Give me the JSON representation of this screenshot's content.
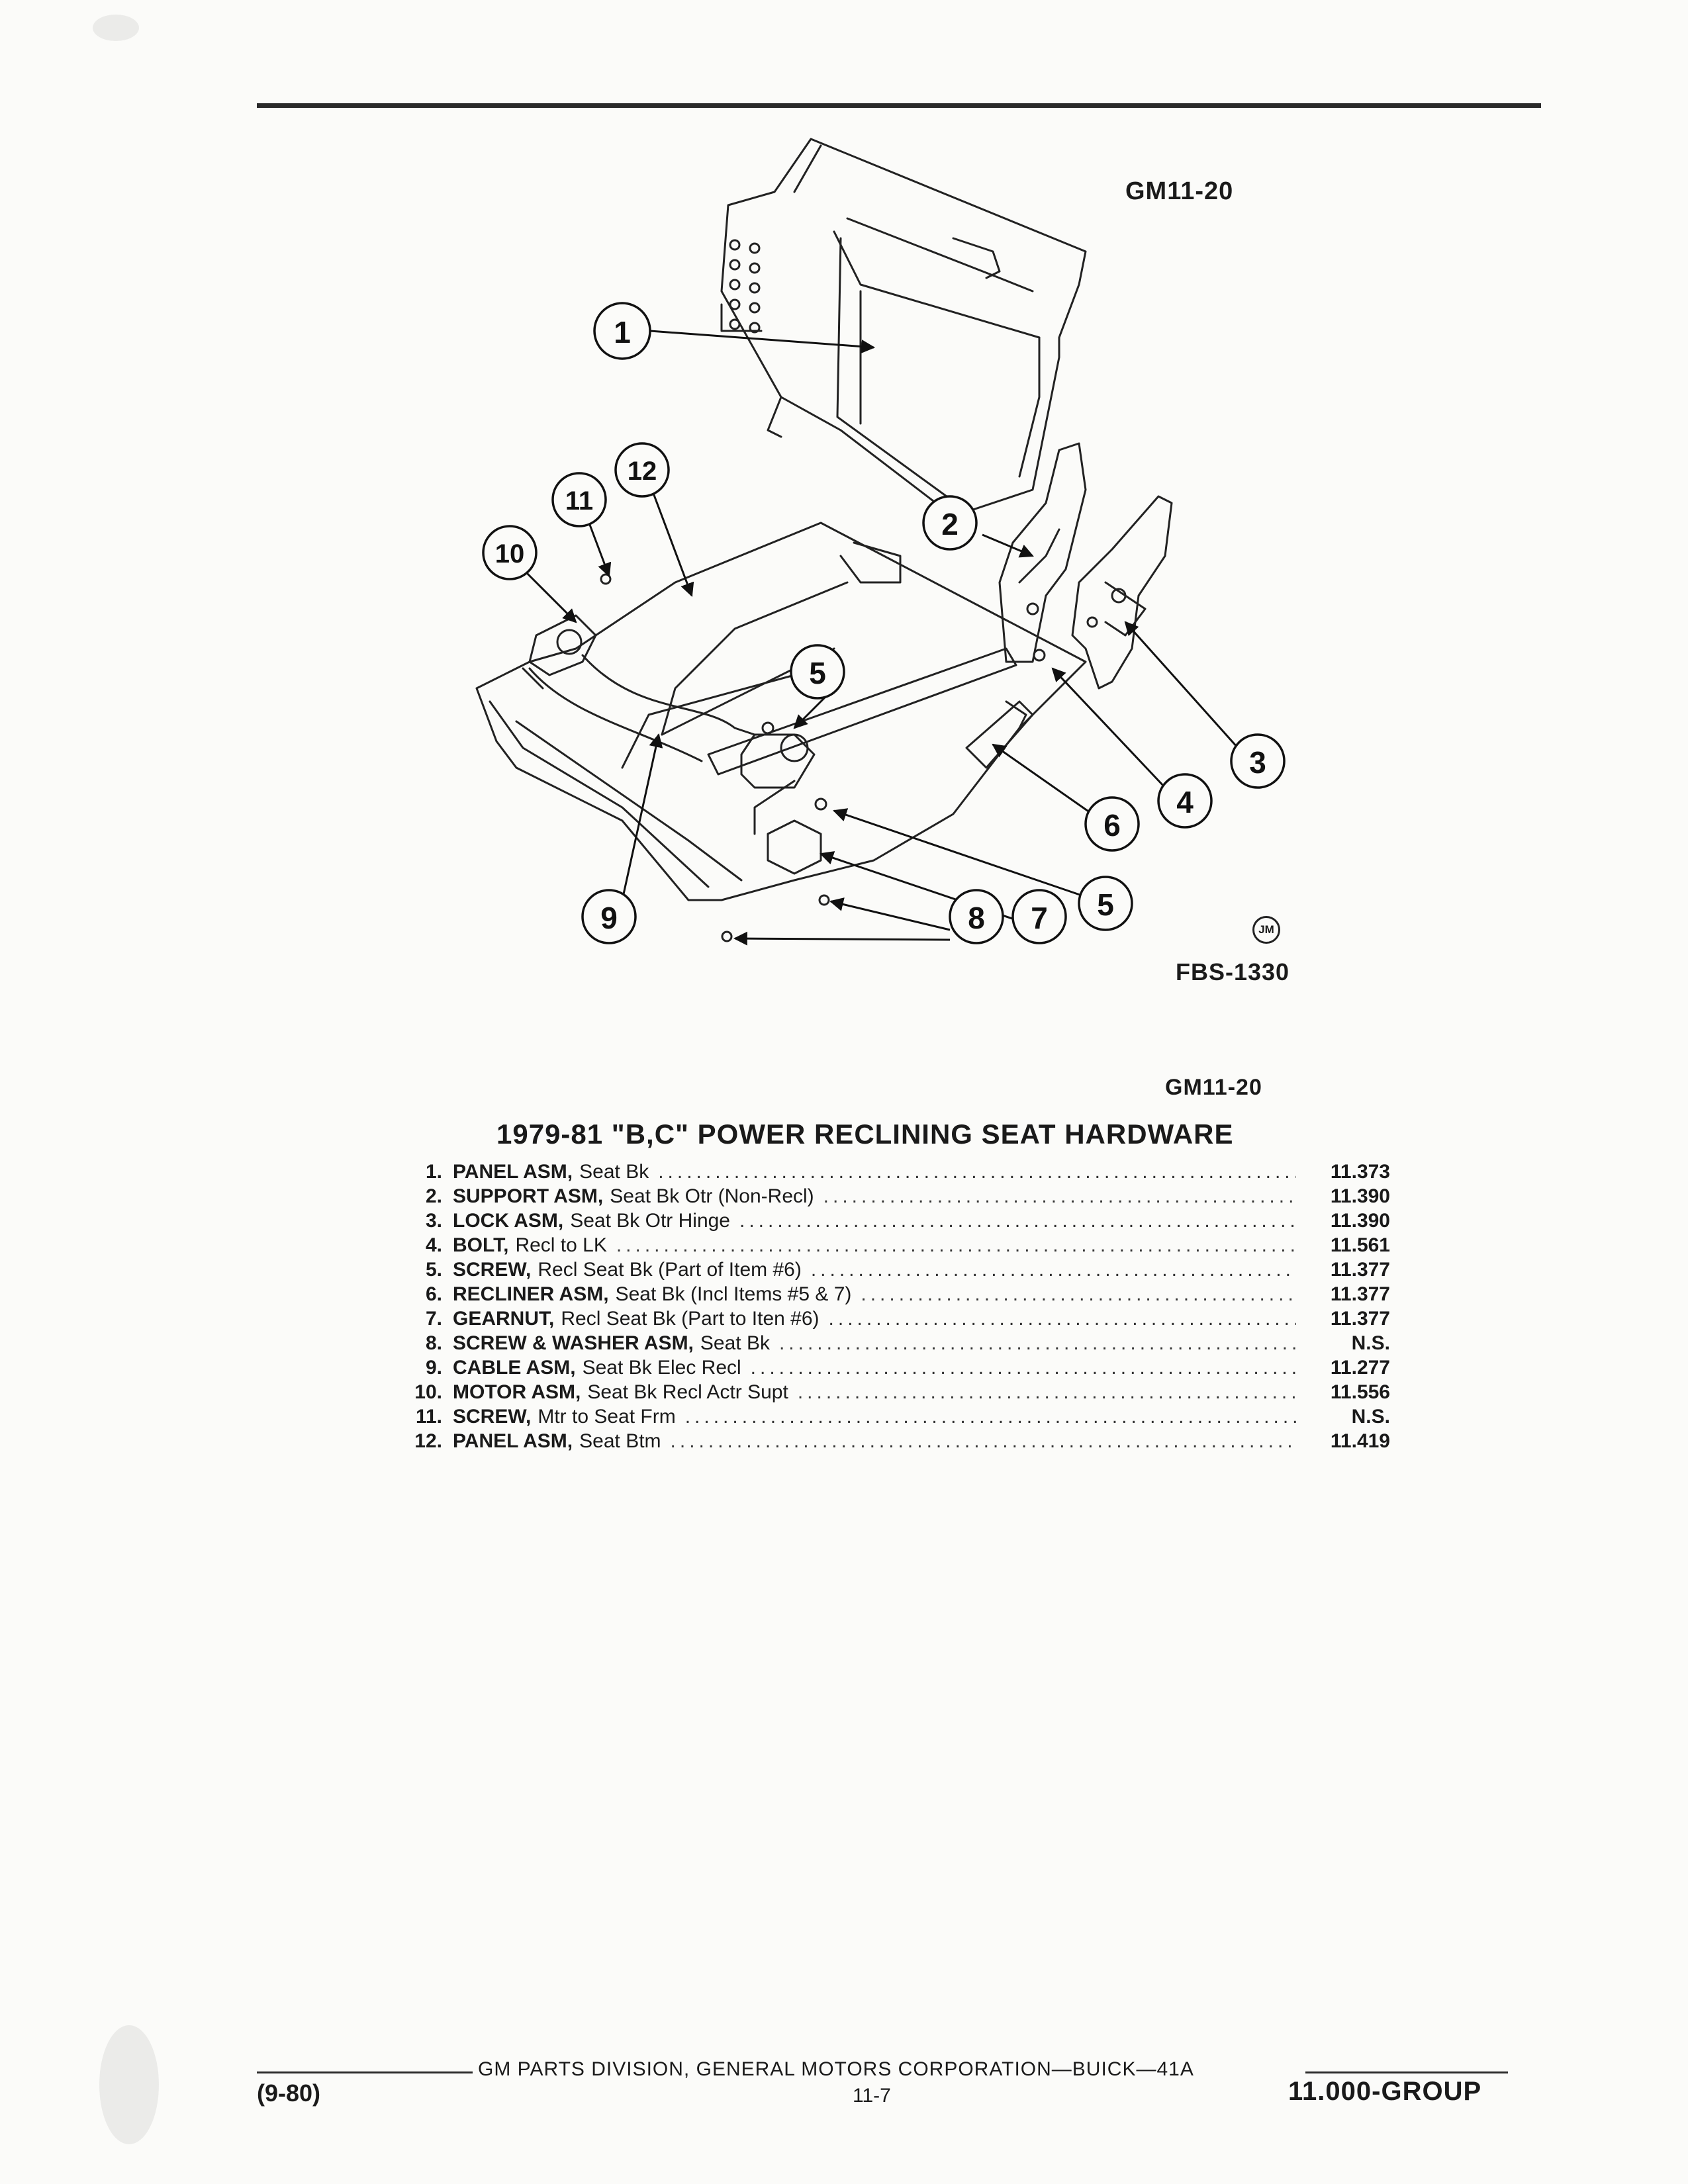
{
  "figure": {
    "code_top": "GM11-20",
    "code_mid": "GM11-20",
    "drawing_code": "FBS-1330",
    "artist_mark": "JM",
    "callouts": [
      "1",
      "2",
      "3",
      "4",
      "5",
      "6",
      "5",
      "7",
      "8",
      "9",
      "10",
      "11",
      "12"
    ]
  },
  "parts_list": {
    "title": "1979-81 \"B,C\" POWER RECLINING SEAT HARDWARE",
    "items": [
      {
        "num": "1.",
        "name": "PANEL ASM,",
        "desc": "Seat Bk",
        "group": "11.373"
      },
      {
        "num": "2.",
        "name": "SUPPORT ASM,",
        "desc": "Seat Bk Otr (Non-Recl)",
        "group": "11.390"
      },
      {
        "num": "3.",
        "name": "LOCK ASM,",
        "desc": "Seat Bk Otr Hinge",
        "group": "11.390"
      },
      {
        "num": "4.",
        "name": "BOLT,",
        "desc": "Recl to LK",
        "group": "11.561"
      },
      {
        "num": "5.",
        "name": "SCREW,",
        "desc": "Recl Seat Bk (Part of Item #6)",
        "group": "11.377"
      },
      {
        "num": "6.",
        "name": "RECLINER ASM,",
        "desc": "Seat Bk (Incl Items #5 & 7)",
        "group": "11.377"
      },
      {
        "num": "7.",
        "name": "GEARNUT,",
        "desc": "Recl Seat Bk (Part to Iten #6)",
        "group": "11.377"
      },
      {
        "num": "8.",
        "name": "SCREW & WASHER ASM,",
        "desc": "Seat Bk",
        "group": "N.S."
      },
      {
        "num": "9.",
        "name": "CABLE ASM,",
        "desc": "Seat Bk Elec Recl",
        "group": "11.277"
      },
      {
        "num": "10.",
        "name": "MOTOR ASM,",
        "desc": "Seat Bk Recl Actr Supt",
        "group": "11.556"
      },
      {
        "num": "11.",
        "name": "SCREW,",
        "desc": "Mtr to Seat Frm",
        "group": "N.S."
      },
      {
        "num": "12.",
        "name": "PANEL ASM,",
        "desc": "Seat Btm",
        "group": "11.419"
      }
    ]
  },
  "footer": {
    "publisher": "GM PARTS DIVISION, GENERAL MOTORS CORPORATION—BUICK—41A",
    "date": "(9-80)",
    "page": "11-7",
    "group": "11.000-GROUP"
  },
  "colors": {
    "ink": "#1a1a1a",
    "paper": "#fbfbf9"
  }
}
